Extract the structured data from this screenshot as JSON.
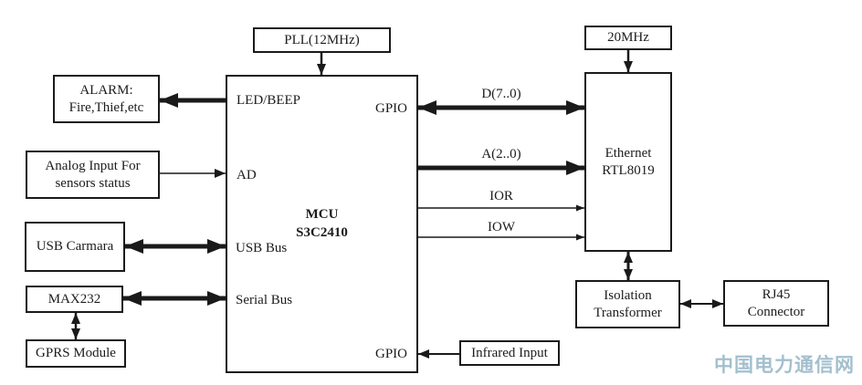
{
  "blocks": {
    "pll": {
      "label": "PLL(12MHz)"
    },
    "clock20": {
      "label": "20MHz"
    },
    "alarm": {
      "line1": "ALARM:",
      "line2": "Fire,Thief,etc"
    },
    "analog": {
      "line1": "Analog Input For",
      "line2": "sensors status"
    },
    "usb_camera": {
      "label": "USB Carmara"
    },
    "max232": {
      "label": "MAX232"
    },
    "gprs": {
      "label": "GPRS Module"
    },
    "infrared": {
      "label": "Infrared Input"
    },
    "ethernet": {
      "line1": "Ethernet",
      "line2": "RTL8019"
    },
    "isolation": {
      "line1": "Isolation",
      "line2": "Transformer"
    },
    "rj45": {
      "line1": "RJ45",
      "line2": "Connector"
    },
    "mcu": {
      "title1": "MCU",
      "title2": "S3C2410",
      "ports": {
        "led_beep": "LED/BEEP",
        "gpio_top": "GPIO",
        "ad": "AD",
        "usb_bus": "USB Bus",
        "serial_bus": "Serial Bus",
        "gpio_bottom": "GPIO"
      }
    }
  },
  "bus_labels": {
    "d": "D(7..0)",
    "a": "A(2..0)",
    "ior": "IOR",
    "iow": "IOW"
  },
  "watermark": {
    "text": "中国电力通信网",
    "color": "#a3bfce"
  },
  "colors": {
    "line": "#1a1a1a",
    "background": "#ffffff"
  }
}
